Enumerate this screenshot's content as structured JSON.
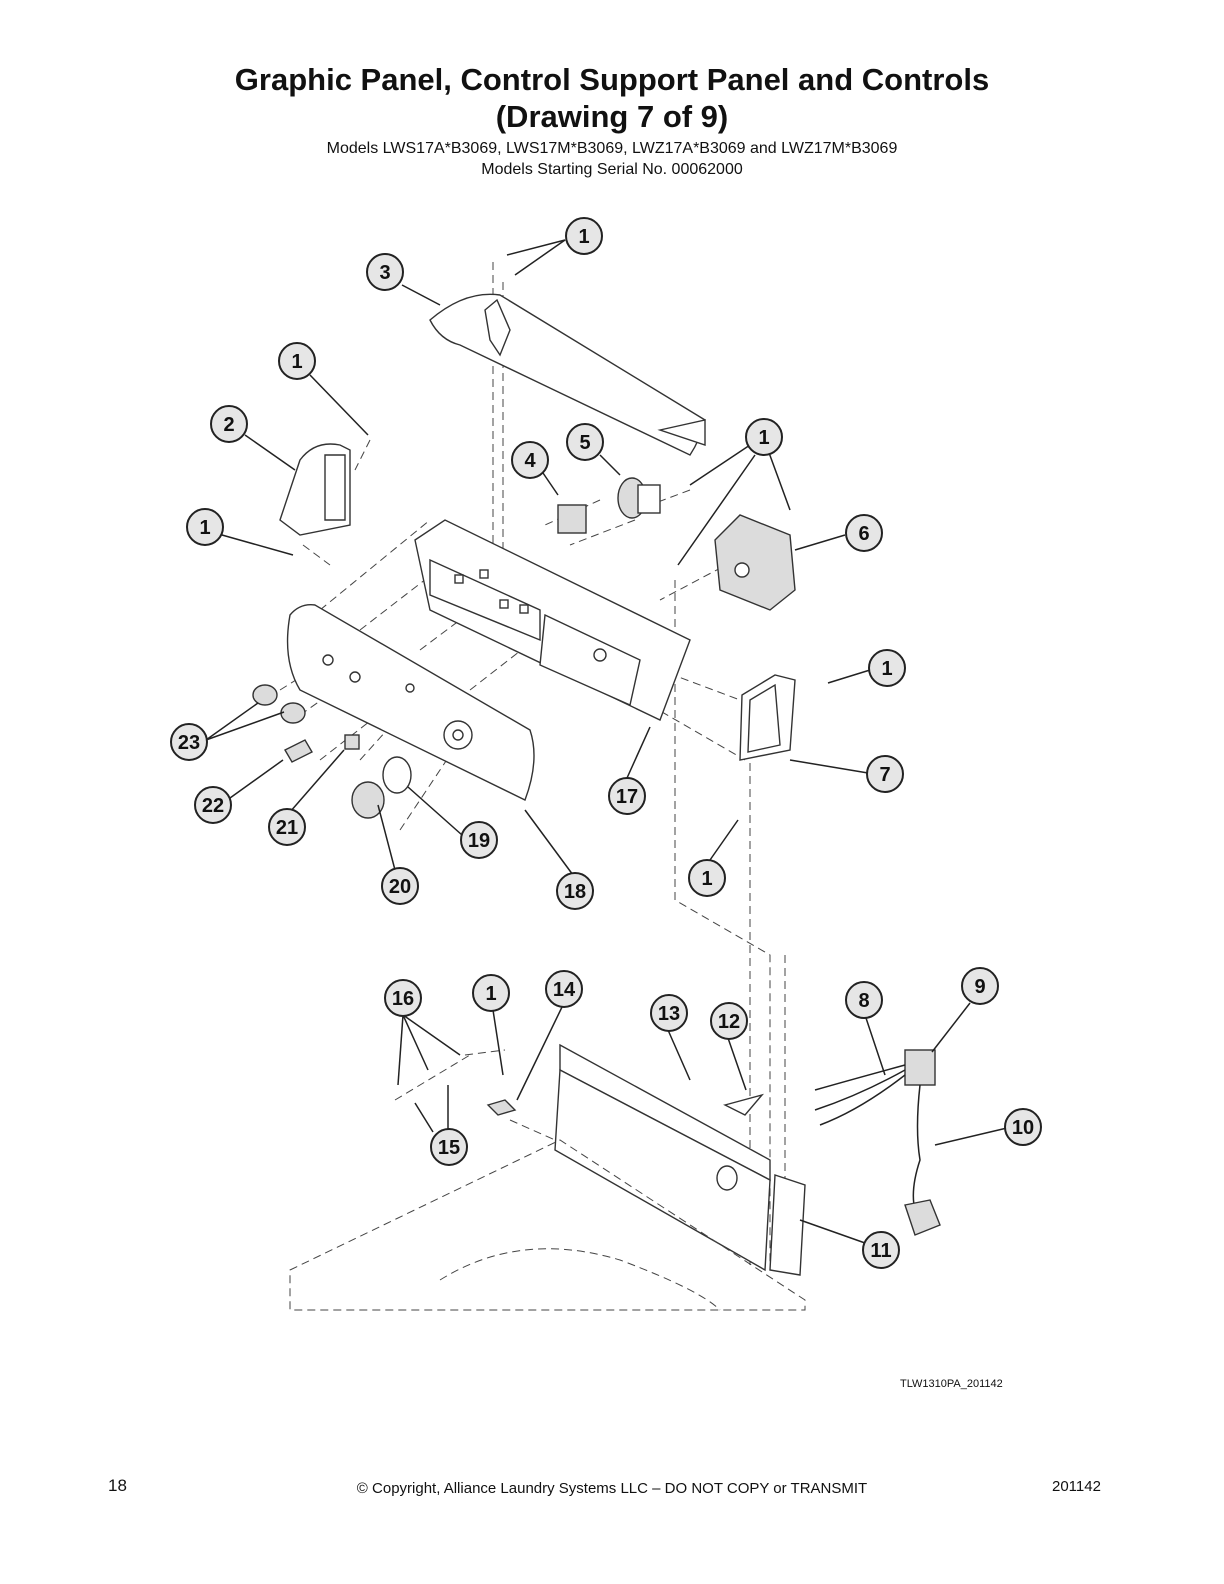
{
  "header": {
    "title_line1": "Graphic Panel, Control Support Panel and Controls",
    "title_line2": "(Drawing 7 of 9)",
    "models": "Models LWS17A*B3069, LWS17M*B3069, LWZ17A*B3069 and LWZ17M*B3069",
    "serial": "Models Starting Serial No. 00062000"
  },
  "drawing_code": "TLW1310PA_201142",
  "footer": {
    "page_number": "18",
    "copyright": "© Copyright, Alliance Laundry Systems LLC – DO NOT COPY or TRANSMIT",
    "revision": "201142"
  },
  "callouts": [
    {
      "label": "1",
      "ref": "c1-top"
    },
    {
      "label": "3",
      "ref": "c3"
    },
    {
      "label": "1",
      "ref": "c1-left-upper"
    },
    {
      "label": "2",
      "ref": "c2"
    },
    {
      "label": "1",
      "ref": "c1-left-lower"
    },
    {
      "label": "4",
      "ref": "c4"
    },
    {
      "label": "5",
      "ref": "c5"
    },
    {
      "label": "1",
      "ref": "c1-right-upper"
    },
    {
      "label": "6",
      "ref": "c6"
    },
    {
      "label": "1",
      "ref": "c1-right-mid"
    },
    {
      "label": "7",
      "ref": "c7"
    },
    {
      "label": "1",
      "ref": "c1-right-lower"
    },
    {
      "label": "23",
      "ref": "c23"
    },
    {
      "label": "22",
      "ref": "c22"
    },
    {
      "label": "21",
      "ref": "c21"
    },
    {
      "label": "20",
      "ref": "c20"
    },
    {
      "label": "19",
      "ref": "c19"
    },
    {
      "label": "18",
      "ref": "c18"
    },
    {
      "label": "17",
      "ref": "c17"
    },
    {
      "label": "16",
      "ref": "c16"
    },
    {
      "label": "1",
      "ref": "c1-bottom"
    },
    {
      "label": "14",
      "ref": "c14"
    },
    {
      "label": "13",
      "ref": "c13"
    },
    {
      "label": "12",
      "ref": "c12"
    },
    {
      "label": "8",
      "ref": "c8"
    },
    {
      "label": "9",
      "ref": "c9"
    },
    {
      "label": "10",
      "ref": "c10"
    },
    {
      "label": "15",
      "ref": "c15"
    },
    {
      "label": "11",
      "ref": "c11"
    }
  ]
}
